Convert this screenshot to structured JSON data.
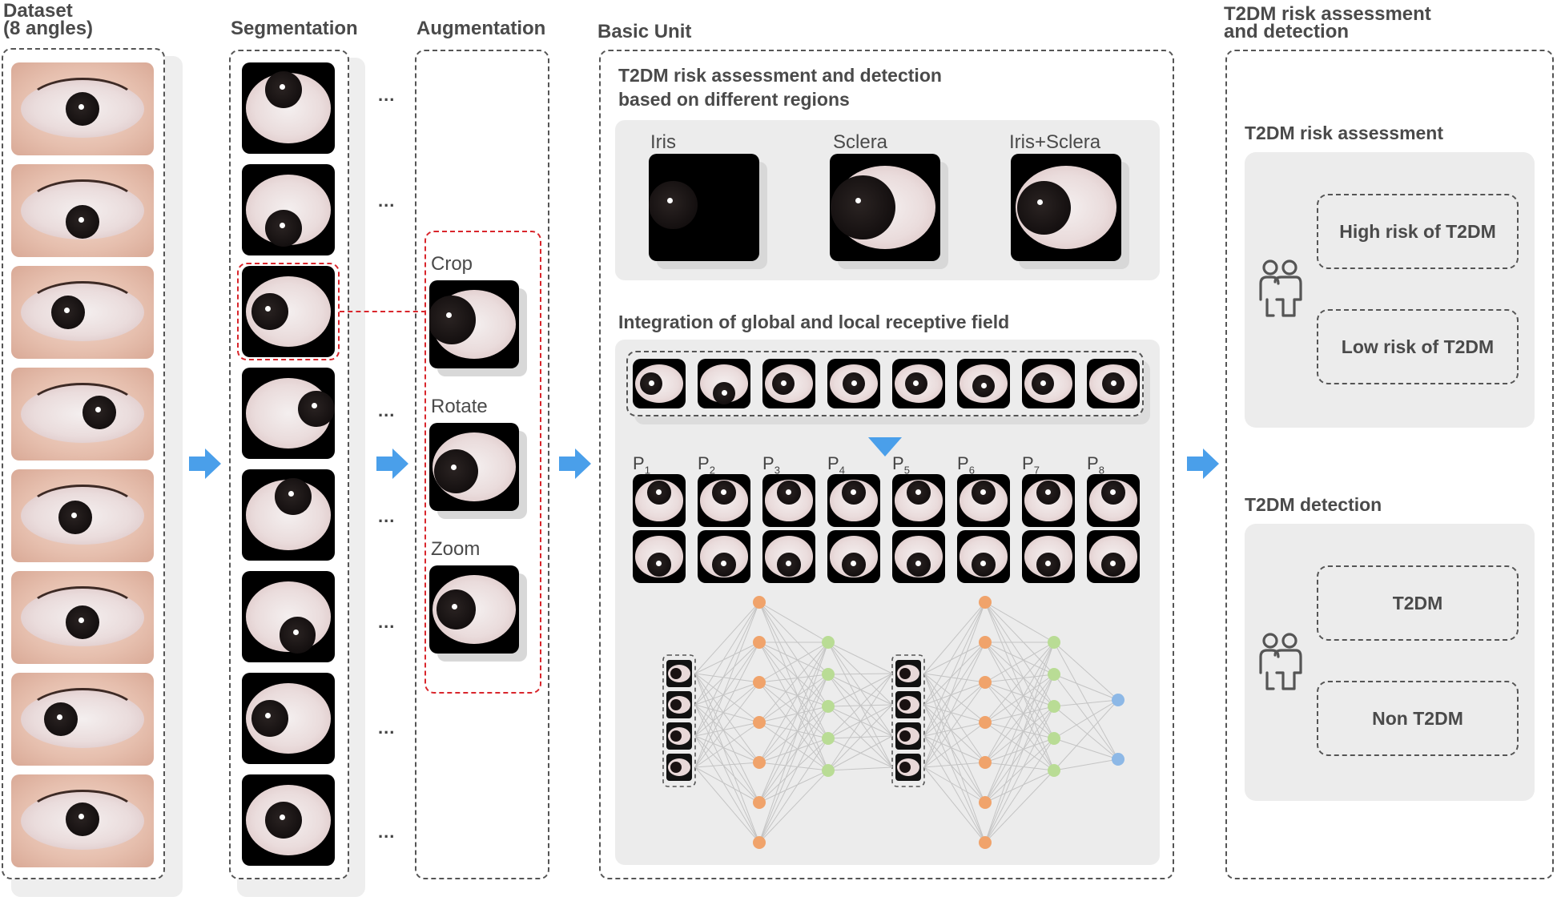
{
  "columns": {
    "dataset": {
      "title_line1": "Dataset",
      "title_line2": "(8 angles)"
    },
    "segmentation": {
      "title": "Segmentation"
    },
    "augmentation": {
      "title": "Augmentation",
      "ops": [
        "Crop",
        "Rotate",
        "Zoom"
      ]
    },
    "basic_unit": {
      "title": "Basic Unit",
      "regions_heading_line1": "T2DM risk assessment and detection",
      "regions_heading_line2": "based on different regions",
      "regions": [
        "Iris",
        "Sclera",
        "Iris+Sclera"
      ],
      "integration_heading": "Integration of global and local receptive field",
      "patch_labels": [
        "P",
        "P",
        "P",
        "P",
        "P",
        "P",
        "P",
        "P"
      ],
      "patch_subscripts": [
        "1",
        "2",
        "3",
        "4",
        "5",
        "6",
        "7",
        "8"
      ]
    },
    "output": {
      "title_line1": "T2DM risk assessment",
      "title_line2": "and detection",
      "risk_heading": "T2DM risk assessment",
      "risk_high": "High risk of T2DM",
      "risk_low": "Low risk of T2DM",
      "detection_heading": "T2DM detection",
      "detect_pos": "T2DM",
      "detect_neg": "Non T2DM"
    }
  },
  "ellipsis": "...",
  "colors": {
    "arrow": "#4a9fea",
    "augment_border": "#d9262c",
    "node_orange": "#f0a36b",
    "node_green": "#b9dc95",
    "node_blue": "#8db8e6",
    "panel_grey": "#ececec"
  },
  "icons": {
    "flow_arrow": "arrow-right-icon",
    "down_arrow": "triangle-down-icon",
    "people": "people-icon"
  }
}
